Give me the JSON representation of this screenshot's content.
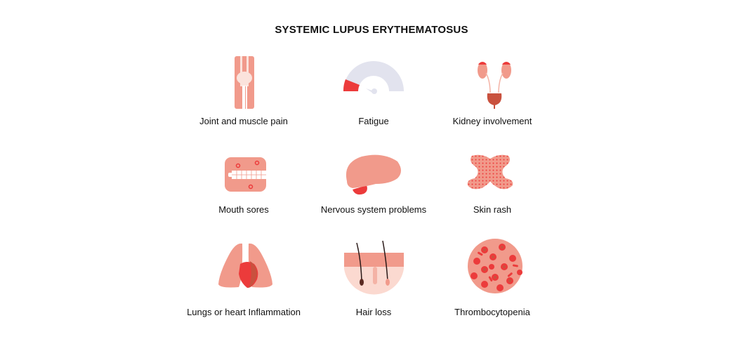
{
  "title": "SYSTEMIC LUPUS ERYTHEMATOSUS",
  "items": [
    {
      "label": "Joint and muscle pain",
      "icon": "knee-joint-icon"
    },
    {
      "label": "Fatigue",
      "icon": "fatigue-gauge-icon"
    },
    {
      "label": "Kidney involvement",
      "icon": "kidney-icon"
    },
    {
      "label": "Mouth sores",
      "icon": "mouth-sores-icon"
    },
    {
      "label": "Nervous system problems",
      "icon": "brain-icon"
    },
    {
      "label": "Skin rash",
      "icon": "skin-rash-icon"
    },
    {
      "label": "Lungs or heart Inflammation",
      "icon": "lungs-heart-icon"
    },
    {
      "label": "Hair loss",
      "icon": "hair-follicle-icon"
    },
    {
      "label": "Thrombocytopenia",
      "icon": "blood-cells-icon"
    }
  ],
  "colors": {
    "salmon": "#f19a8b",
    "red": "#ec3b3b",
    "light": "#fbd9d0",
    "gray": "#e2e3ee",
    "dark": "#c9513e"
  }
}
